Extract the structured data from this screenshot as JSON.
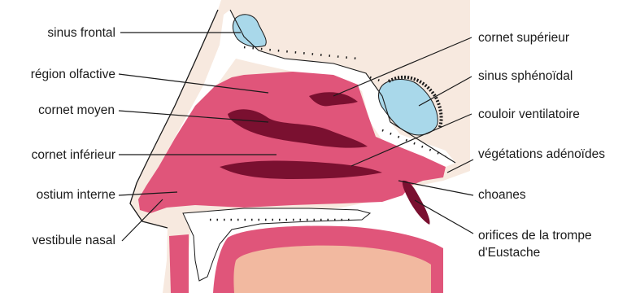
{
  "colors": {
    "tissue": "#e0557a",
    "tissue_dark": "#7a1030",
    "skin_band": "#f7e9df",
    "bone": "#ffffff",
    "sinus": "#a9d8ea",
    "tongue": "#f2b9a0",
    "leader": "#1a1a1a"
  },
  "labels": {
    "sinus_frontal": "sinus frontal",
    "region_olfactive": "région olfactive",
    "cornet_moyen": "cornet moyen",
    "cornet_inferieur": "cornet inférieur",
    "ostium_interne": "ostium interne",
    "vestibule_nasal": "vestibule nasal",
    "cornet_superieur": "cornet supérieur",
    "sinus_sphenoidal": "sinus sphénoïdal",
    "couloir_ventilatoire": "couloir ventilatoire",
    "vegetations_adenoides": "végétations adénoïdes",
    "choanes": "choanes",
    "orifices_trompe": "orifices de la trompe\nd'Eustache"
  }
}
